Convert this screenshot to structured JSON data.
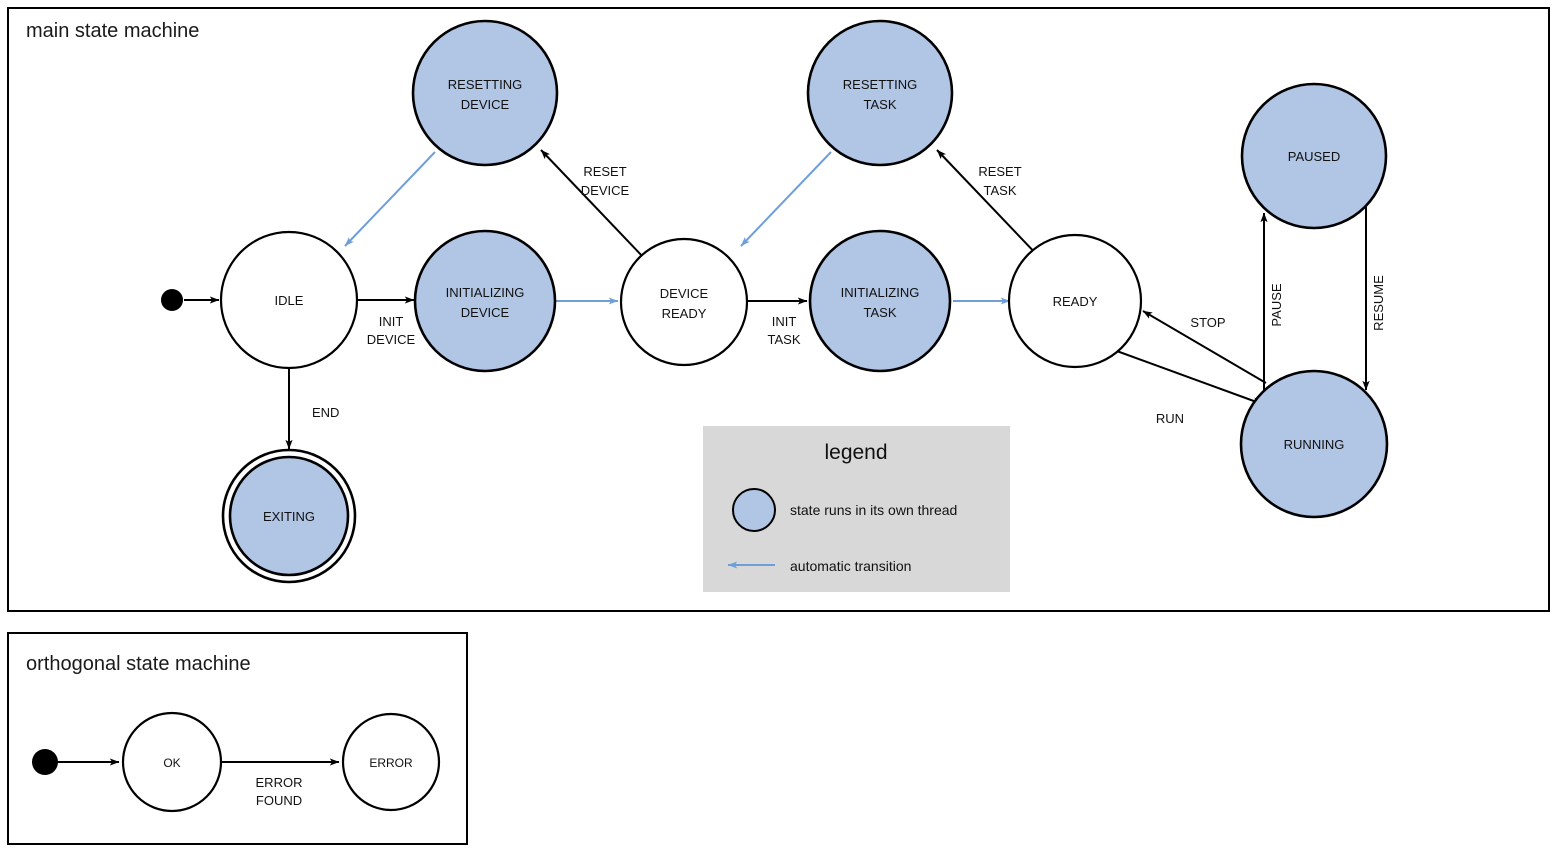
{
  "diagram": {
    "type": "uml-state-machine",
    "colors": {
      "thread_state_fill": "#b1c5e4",
      "plain_state_fill": "#ffffff",
      "stroke": "#000000",
      "automatic_transition": "#6f9fd8",
      "legend_background": "#d8d8d8"
    }
  },
  "main_frame": {
    "title": "main state machine",
    "states": [
      {
        "id": "idle",
        "label_line1": "IDLE",
        "label_line2": "",
        "thread": false,
        "final": false
      },
      {
        "id": "resetting-device",
        "label_line1": "RESETTING",
        "label_line2": "DEVICE",
        "thread": true,
        "final": false
      },
      {
        "id": "initializing-device",
        "label_line1": "INITIALIZING",
        "label_line2": "DEVICE",
        "thread": true,
        "final": false
      },
      {
        "id": "device-ready",
        "label_line1": "DEVICE",
        "label_line2": "READY",
        "thread": false,
        "final": false
      },
      {
        "id": "resetting-task",
        "label_line1": "RESETTING",
        "label_line2": "TASK",
        "thread": true,
        "final": false
      },
      {
        "id": "initializing-task",
        "label_line1": "INITIALIZING",
        "label_line2": "TASK",
        "thread": true,
        "final": false
      },
      {
        "id": "ready",
        "label_line1": "READY",
        "label_line2": "",
        "thread": false,
        "final": false
      },
      {
        "id": "paused",
        "label_line1": "PAUSED",
        "label_line2": "",
        "thread": true,
        "final": false
      },
      {
        "id": "running",
        "label_line1": "RUNNING",
        "label_line2": "",
        "thread": true,
        "final": false
      },
      {
        "id": "exiting",
        "label_line1": "EXITING",
        "label_line2": "",
        "thread": true,
        "final": true
      }
    ],
    "transitions": [
      {
        "id": "start-to-idle",
        "label_line1": "",
        "label_line2": "",
        "automatic": false
      },
      {
        "id": "idle-to-initializing-device",
        "label_line1": "INIT",
        "label_line2": "DEVICE",
        "automatic": false
      },
      {
        "id": "initializing-device-to-device-ready",
        "label_line1": "",
        "label_line2": "",
        "automatic": true
      },
      {
        "id": "device-ready-to-resetting-device",
        "label_line1": "RESET",
        "label_line2": "DEVICE",
        "automatic": false
      },
      {
        "id": "resetting-device-to-idle",
        "label_line1": "",
        "label_line2": "",
        "automatic": true
      },
      {
        "id": "idle-to-exiting",
        "label_line1": "END",
        "label_line2": "",
        "automatic": false
      },
      {
        "id": "device-ready-to-initializing-task",
        "label_line1": "INIT",
        "label_line2": "TASK",
        "automatic": false
      },
      {
        "id": "initializing-task-to-ready",
        "label_line1": "",
        "label_line2": "",
        "automatic": true
      },
      {
        "id": "ready-to-resetting-task",
        "label_line1": "RESET",
        "label_line2": "TASK",
        "automatic": false
      },
      {
        "id": "resetting-task-to-device-ready",
        "label_line1": "",
        "label_line2": "",
        "automatic": true
      },
      {
        "id": "ready-to-running",
        "label_line1": "RUN",
        "label_line2": "",
        "automatic": false
      },
      {
        "id": "running-to-ready",
        "label_line1": "STOP",
        "label_line2": "",
        "automatic": false
      },
      {
        "id": "running-to-paused",
        "label_line1": "PAUSE",
        "label_line2": "",
        "automatic": false
      },
      {
        "id": "paused-to-running",
        "label_line1": "RESUME",
        "label_line2": "",
        "automatic": false
      }
    ]
  },
  "legend": {
    "title": "legend",
    "items": [
      {
        "id": "thread-state",
        "symbol": "filled-circle",
        "text": "state runs in its own thread"
      },
      {
        "id": "auto-transition",
        "symbol": "blue-arrow",
        "text": "automatic transition"
      }
    ]
  },
  "orthogonal_frame": {
    "title": "orthogonal state machine",
    "states": [
      {
        "id": "ok",
        "label_line1": "OK",
        "label_line2": ""
      },
      {
        "id": "error",
        "label_line1": "ERROR",
        "label_line2": ""
      }
    ],
    "transitions": [
      {
        "id": "start-to-ok",
        "label_line1": "",
        "label_line2": ""
      },
      {
        "id": "ok-to-error",
        "label_line1": "ERROR",
        "label_line2": "FOUND"
      }
    ]
  }
}
